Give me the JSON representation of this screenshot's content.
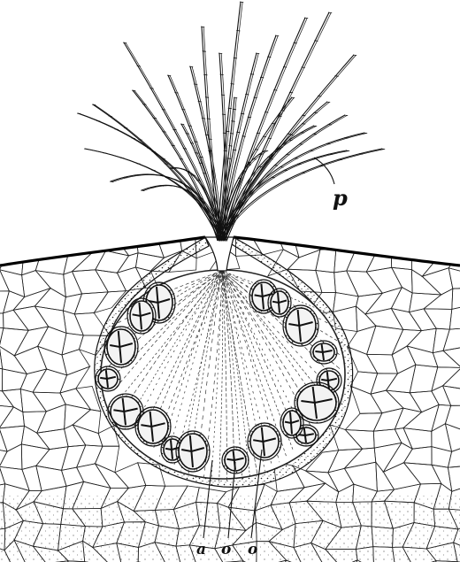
{
  "figure": {
    "labels": {
      "p": "p",
      "a": "a",
      "o1": "o",
      "o2": "o"
    },
    "colors": {
      "ink": "#111111",
      "paper": "#ffffff"
    }
  }
}
